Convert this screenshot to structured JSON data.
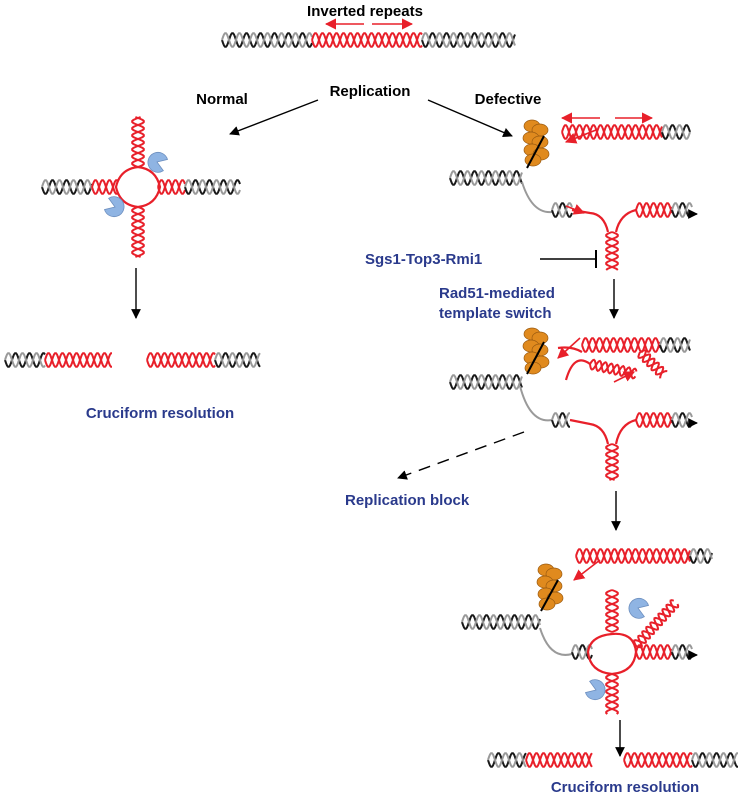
{
  "labels": {
    "inverted_repeats": "Inverted repeats",
    "replication": "Replication",
    "normal": "Normal",
    "defective": "Defective",
    "sgs1": "Sgs1-Top3-Rmi1",
    "rad51_line1": "Rad51-mediated",
    "rad51_line2": "template switch",
    "replication_block": "Replication block",
    "resolution_left": "Cruciform resolution",
    "resolution_right": "Cruciform resolution"
  },
  "colors": {
    "repeat": "#e8202a",
    "strand_dark": "#1a1a1a",
    "strand_light": "#9a9a9a",
    "helicase": "#e08a1e",
    "resolvase": "#8fb4e3",
    "label_blue": "#2a3a8c"
  }
}
